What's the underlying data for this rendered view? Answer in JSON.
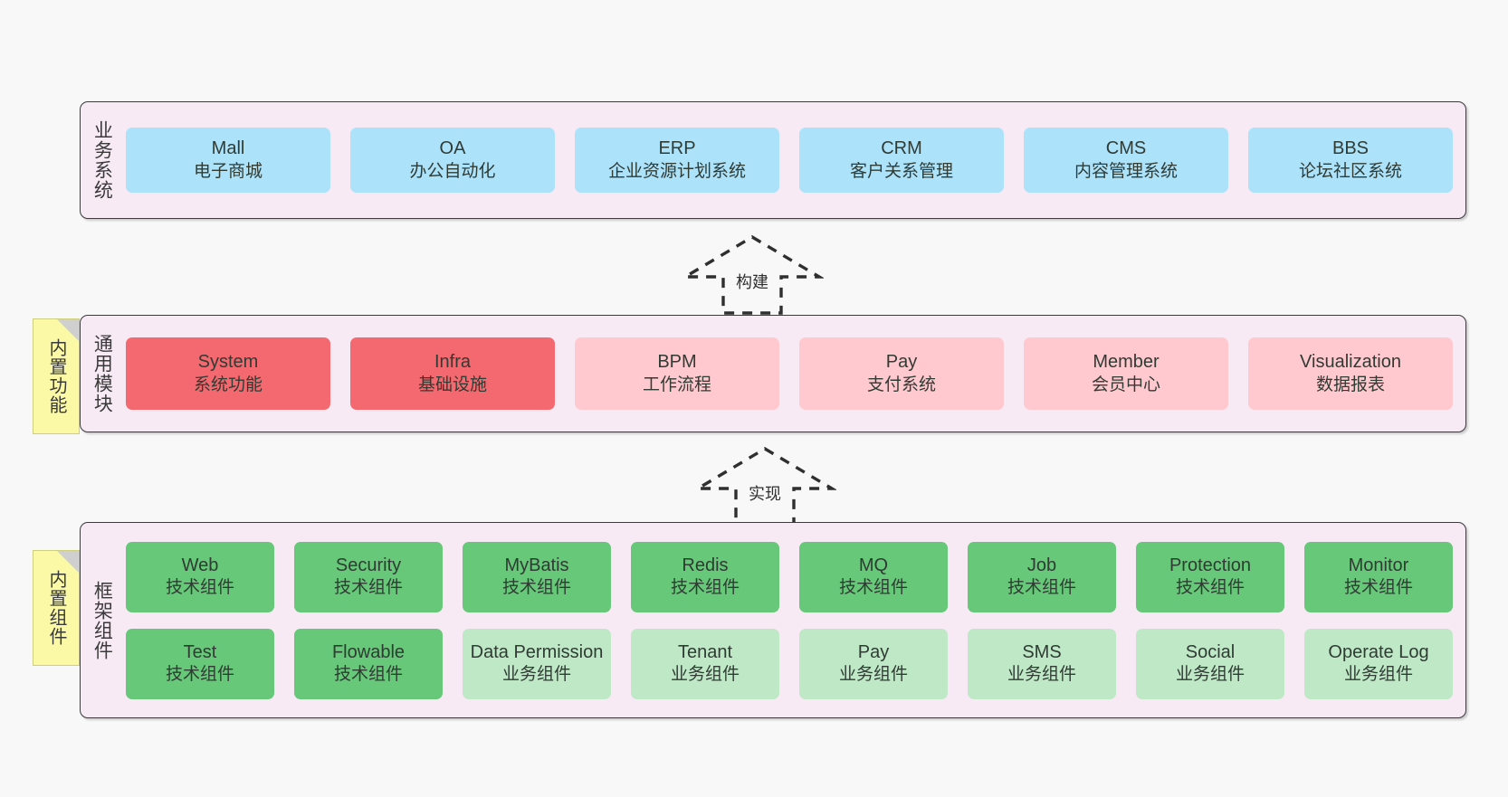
{
  "layers": [
    {
      "id": "business",
      "title": "业务系统",
      "rows": [
        {
          "style": "c-blue",
          "cells": [
            {
              "en": "Mall",
              "cn": "电子商城"
            },
            {
              "en": "OA",
              "cn": "办公自动化"
            },
            {
              "en": "ERP",
              "cn": "企业资源计划系统"
            },
            {
              "en": "CRM",
              "cn": "客户关系管理"
            },
            {
              "en": "CMS",
              "cn": "内容管理系统"
            },
            {
              "en": "BBS",
              "cn": "论坛社区系统"
            }
          ]
        }
      ]
    },
    {
      "id": "modules",
      "title": "通用模块",
      "rows": [
        {
          "cells": [
            {
              "en": "System",
              "cn": "系统功能",
              "style": "c-red"
            },
            {
              "en": "Infra",
              "cn": "基础设施",
              "style": "c-red"
            },
            {
              "en": "BPM",
              "cn": "工作流程",
              "style": "c-pinklight"
            },
            {
              "en": "Pay",
              "cn": "支付系统",
              "style": "c-pinklight"
            },
            {
              "en": "Member",
              "cn": "会员中心",
              "style": "c-pinklight"
            },
            {
              "en": "Visualization",
              "cn": "数据报表",
              "style": "c-pinklight"
            }
          ]
        }
      ]
    },
    {
      "id": "framework",
      "title": "框架组件",
      "rows": [
        {
          "style": "c-green",
          "cells": [
            {
              "en": "Web",
              "cn": "技术组件"
            },
            {
              "en": "Security",
              "cn": "技术组件"
            },
            {
              "en": "MyBatis",
              "cn": "技术组件"
            },
            {
              "en": "Redis",
              "cn": "技术组件"
            },
            {
              "en": "MQ",
              "cn": "技术组件"
            },
            {
              "en": "Job",
              "cn": "技术组件"
            },
            {
              "en": "Protection",
              "cn": "技术组件"
            },
            {
              "en": "Monitor",
              "cn": "技术组件"
            }
          ]
        },
        {
          "cells": [
            {
              "en": "Test",
              "cn": "技术组件",
              "style": "c-green"
            },
            {
              "en": "Flowable",
              "cn": "技术组件",
              "style": "c-green"
            },
            {
              "en": "Data Permission",
              "cn": "业务组件",
              "style": "c-greenlight"
            },
            {
              "en": "Tenant",
              "cn": "业务组件",
              "style": "c-greenlight"
            },
            {
              "en": "Pay",
              "cn": "业务组件",
              "style": "c-greenlight"
            },
            {
              "en": "SMS",
              "cn": "业务组件",
              "style": "c-greenlight"
            },
            {
              "en": "Social",
              "cn": "业务组件",
              "style": "c-greenlight"
            },
            {
              "en": "Operate Log",
              "cn": "业务组件",
              "style": "c-greenlight"
            }
          ]
        }
      ]
    }
  ],
  "notes": [
    {
      "id": "functions",
      "label": "内置功能"
    },
    {
      "id": "components",
      "label": "内置组件"
    }
  ],
  "arrows": [
    {
      "id": "build",
      "label": "构建"
    },
    {
      "id": "impl",
      "label": "实现"
    }
  ],
  "colors": {
    "canvas_background": "#f8f8f8",
    "layer_background": "#f8eaf5",
    "layer_border": "#3b3b3b",
    "business_cell": "#ade2fb",
    "module_core_cell": "#f4696f",
    "module_optional_cell": "#ffc9cf",
    "tech_component_cell": "#66c878",
    "business_component_cell": "#bfe8c7",
    "note_background": "#fbf9a6",
    "note_fold": "#cfcfcf",
    "arrow_stroke": "#2f2f2f"
  }
}
